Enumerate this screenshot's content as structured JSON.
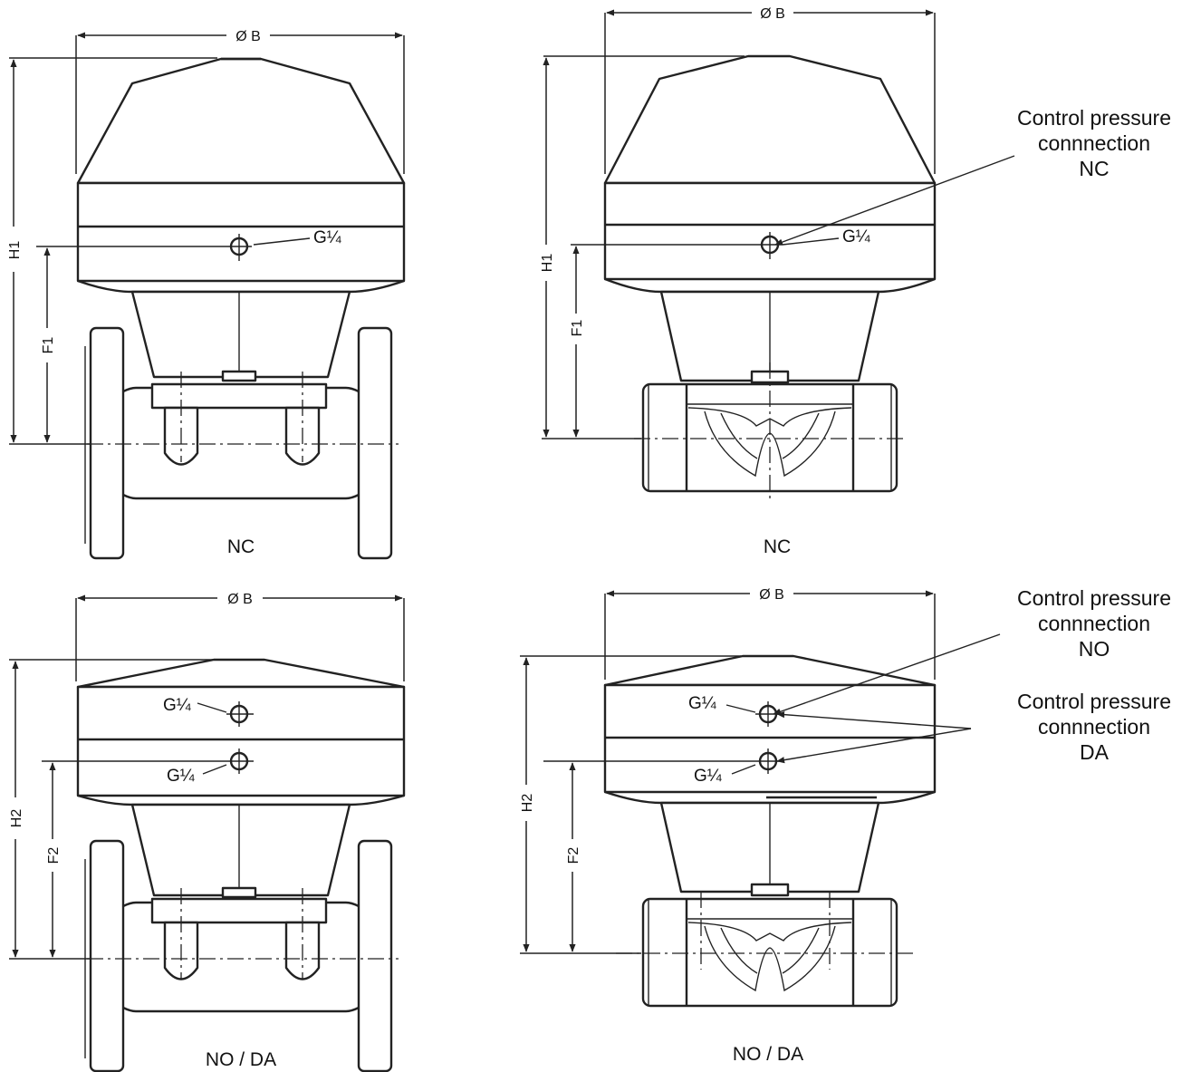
{
  "labels": {
    "diameter": "Ø B",
    "height_nc": "H1",
    "height_no": "H2",
    "flow_nc": "F1",
    "flow_no": "F2",
    "port_thread": "G¼"
  },
  "captions": {
    "nc": "NC",
    "no_da": "NO / DA"
  },
  "callouts": {
    "nc": [
      "Control pressure",
      "connnection",
      "NC"
    ],
    "no": [
      "Control pressure",
      "connnection",
      "NO"
    ],
    "da": [
      "Control pressure",
      "connnection",
      "DA"
    ]
  }
}
